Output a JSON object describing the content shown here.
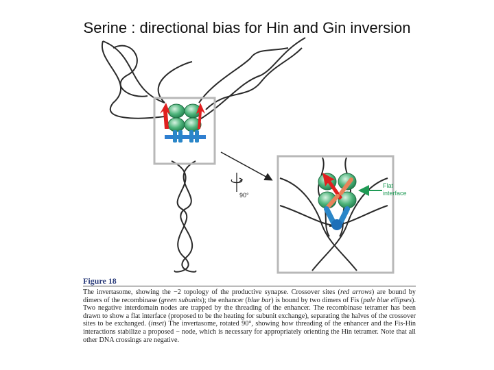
{
  "title": {
    "lead": "Serine :",
    "rest": "directional bias for Hin and Gin inversion"
  },
  "diagram": {
    "rotation_label": "90°",
    "annotation_line1": "Flat",
    "annotation_line2": "interface",
    "colors": {
      "dna": "#2a2a2a",
      "recombinase_green": "#2e9a63",
      "crossover_red": "#e02020",
      "enhancer_blue": "#2f7fd0",
      "fis_blue": "#2a86c8",
      "annotation_green": "#1f9a55",
      "box_gray": "#b8b8b8"
    }
  },
  "figure": {
    "label": "Figure 18",
    "caption_parts": [
      {
        "t": "The invertasome, showing the −2 topology of the productive synapse. Crossover sites ("
      },
      {
        "t": "red arrows",
        "i": true
      },
      {
        "t": ") are bound by dimers of the recombinase ("
      },
      {
        "t": "green subunits",
        "i": true
      },
      {
        "t": "); the enhancer ("
      },
      {
        "t": "blue bar",
        "i": true
      },
      {
        "t": ") is bound by two dimers of Fis ("
      },
      {
        "t": "pale blue ellipses",
        "i": true
      },
      {
        "t": "). Two negative interdomain nodes are trapped by the threading of the enhancer. The recombinase tetramer has been drawn to show a flat interface (proposed to be the heating for subunit exchange), separating the halves of the crossover sites to be exchanged. ("
      },
      {
        "t": "inset",
        "i": true
      },
      {
        "t": ") The invertasome, rotated 90°, showing how threading of the enhancer and the Fis-Hin interactions stabilize a proposed − node, which is necessary for appropriately orienting the Hin tetramer. Note that all other DNA crossings are negative."
      }
    ]
  }
}
